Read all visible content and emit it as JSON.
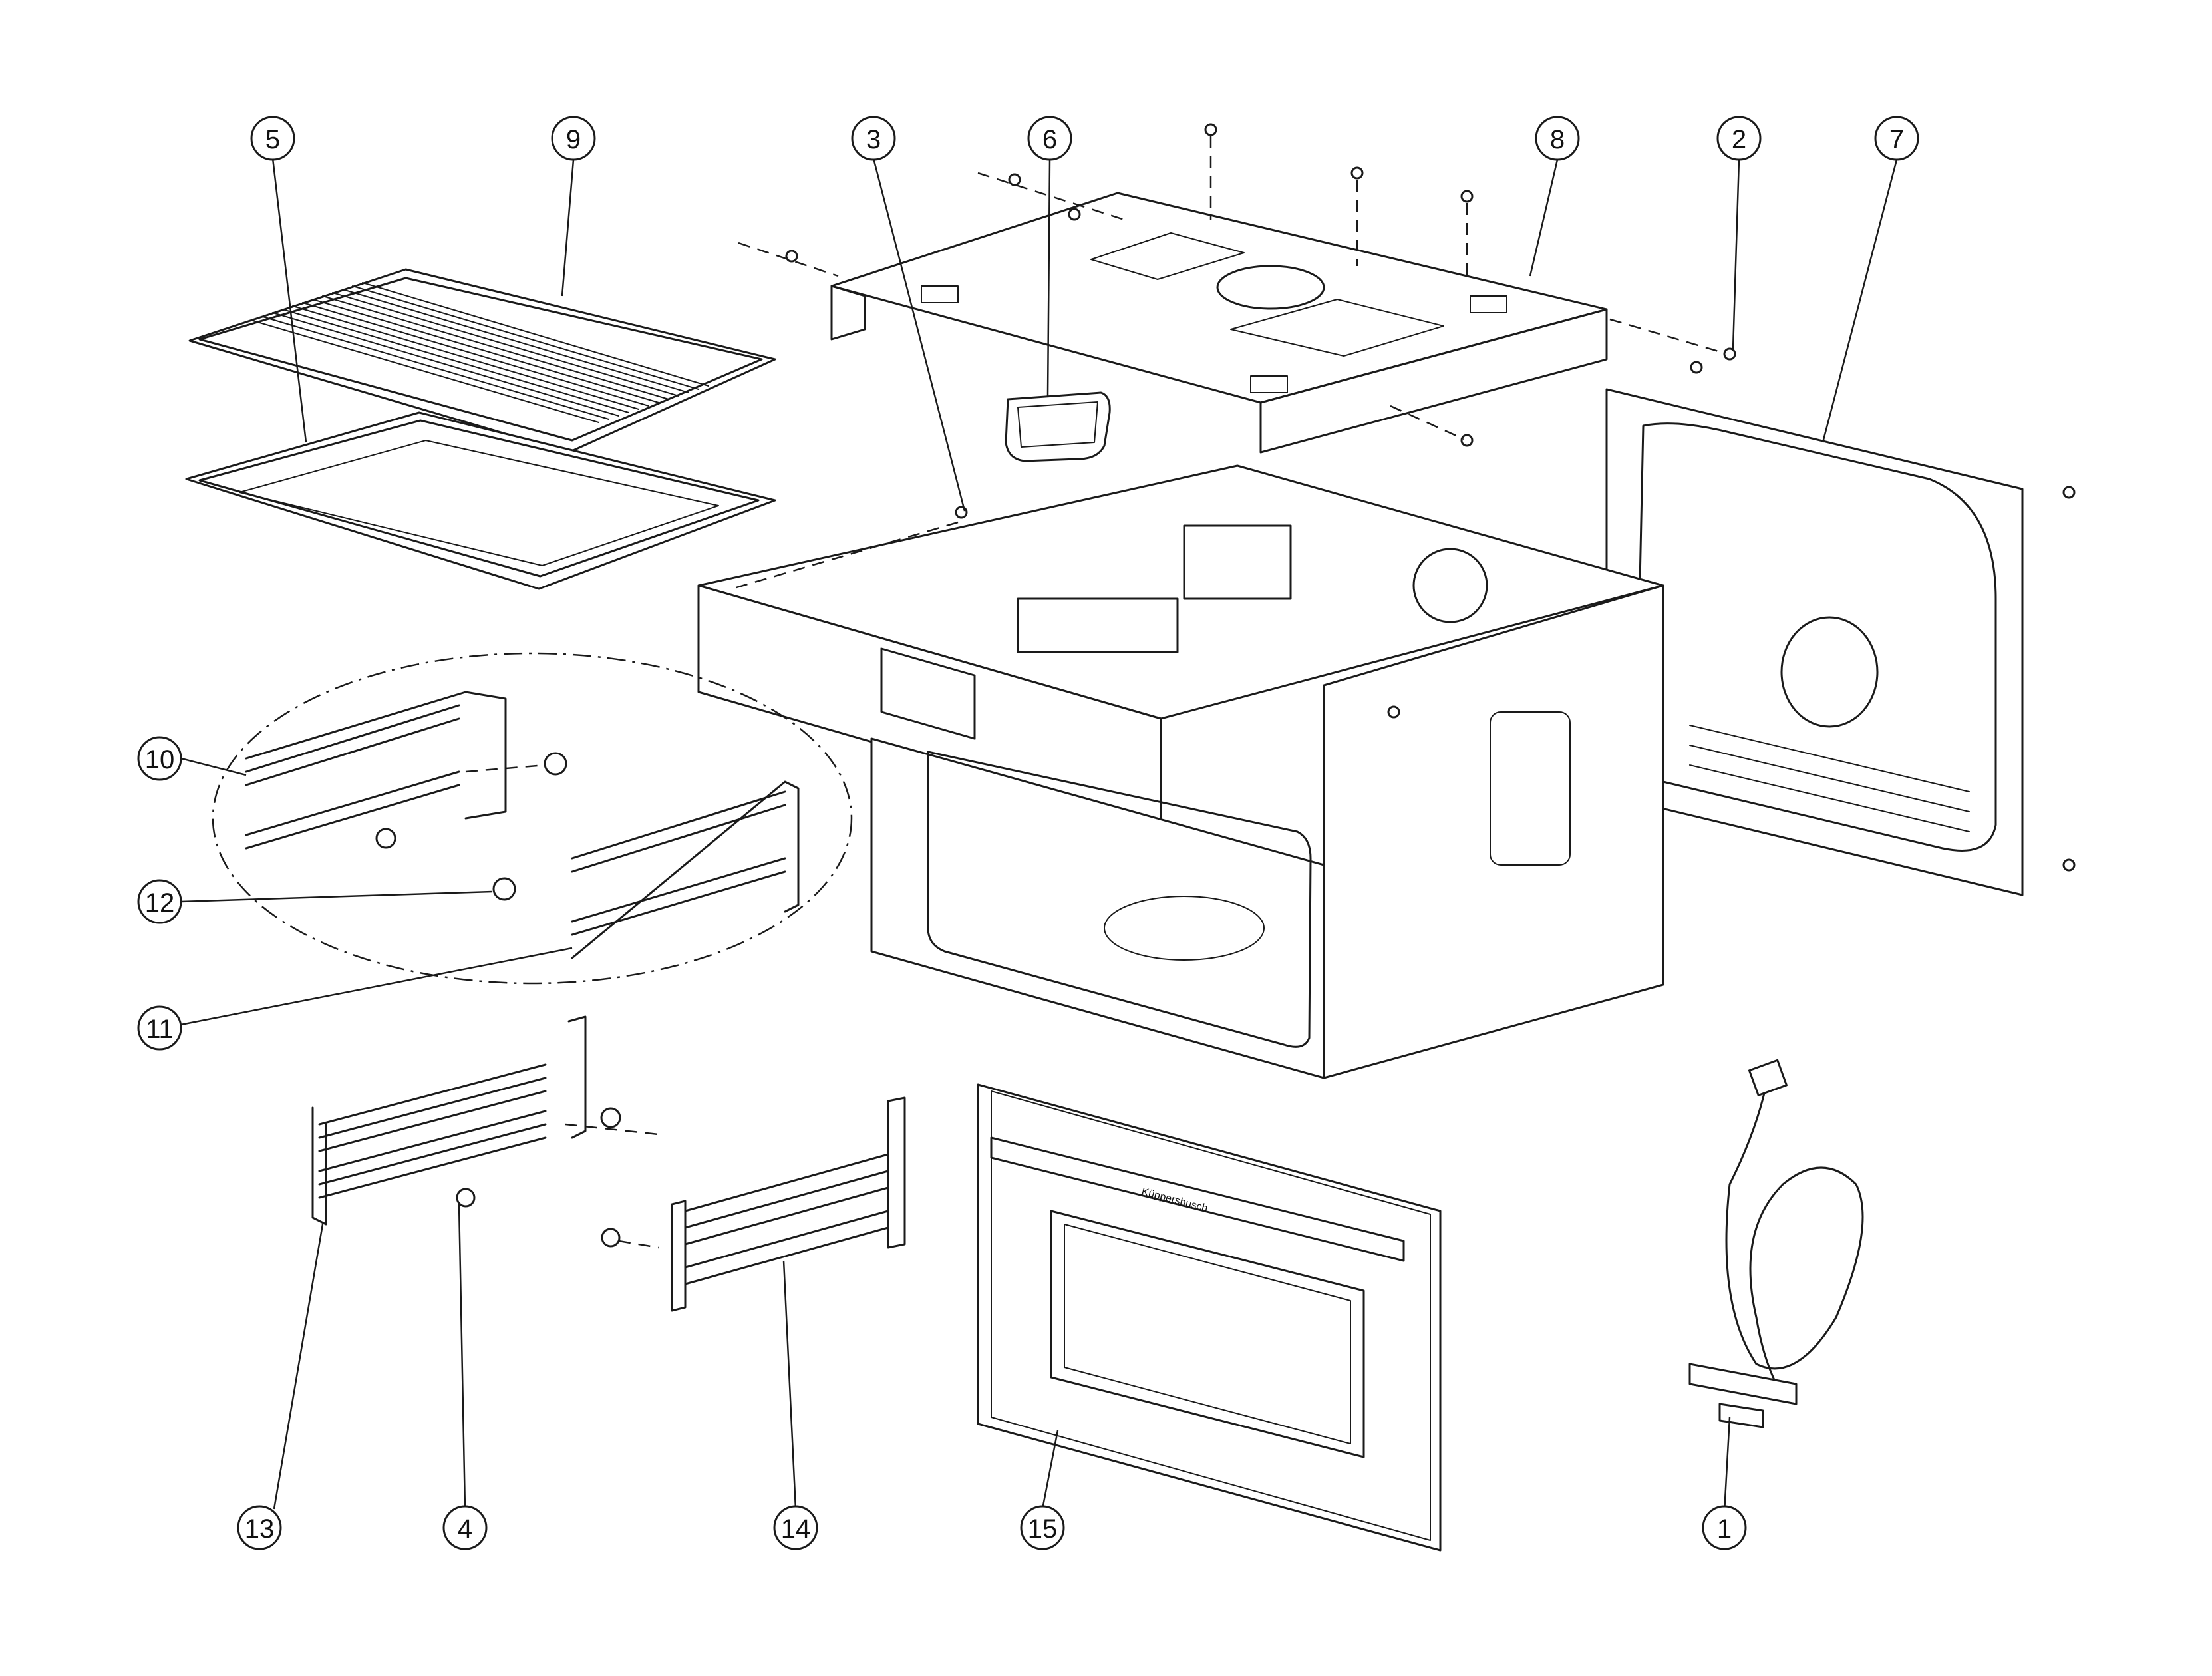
{
  "callouts": [
    {
      "label": "1"
    },
    {
      "label": "2"
    },
    {
      "label": "3"
    },
    {
      "label": "4"
    },
    {
      "label": "5"
    },
    {
      "label": "6"
    },
    {
      "label": "7"
    },
    {
      "label": "8"
    },
    {
      "label": "9"
    },
    {
      "label": "10"
    },
    {
      "label": "11"
    },
    {
      "label": "12"
    },
    {
      "label": "13"
    },
    {
      "label": "14"
    },
    {
      "label": "15"
    }
  ],
  "door_brand": "Küppersbusch"
}
